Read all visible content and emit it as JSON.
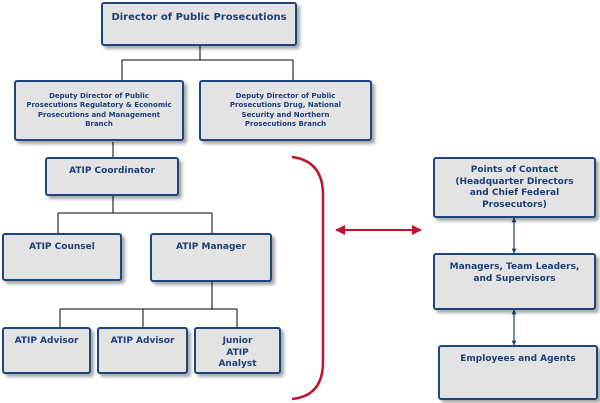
{
  "chart": {
    "director": "Director of Public Prosecutions",
    "deputy_regulatory": "Deputy Director of Public Prosecutions Regulatory & Economic Prosecutions and Management Branch",
    "deputy_drug": "Deputy Director of Public Prosecutions Drug, National Security and Northern Prosecutions Branch",
    "atip_coordinator": "ATIP Coordinator",
    "atip_counsel": "ATIP Counsel",
    "atip_manager": "ATIP Manager",
    "atip_advisor_1": "ATIP Advisor",
    "atip_advisor_2": "ATIP Advisor",
    "junior_atip_analyst": "Junior ATIP Analyst"
  },
  "contacts": {
    "points_of_contact": "Points of Contact (Headquarter Directors and Chief Federal Prosecutors)",
    "managers": "Managers, Team Leaders, and Supervisors",
    "employees": "Employees and Agents"
  },
  "colors": {
    "box_fill": "#e3e3e3",
    "box_border": "#1c4680",
    "text": "#1c3f7a",
    "bracket_red": "#c0102a"
  }
}
